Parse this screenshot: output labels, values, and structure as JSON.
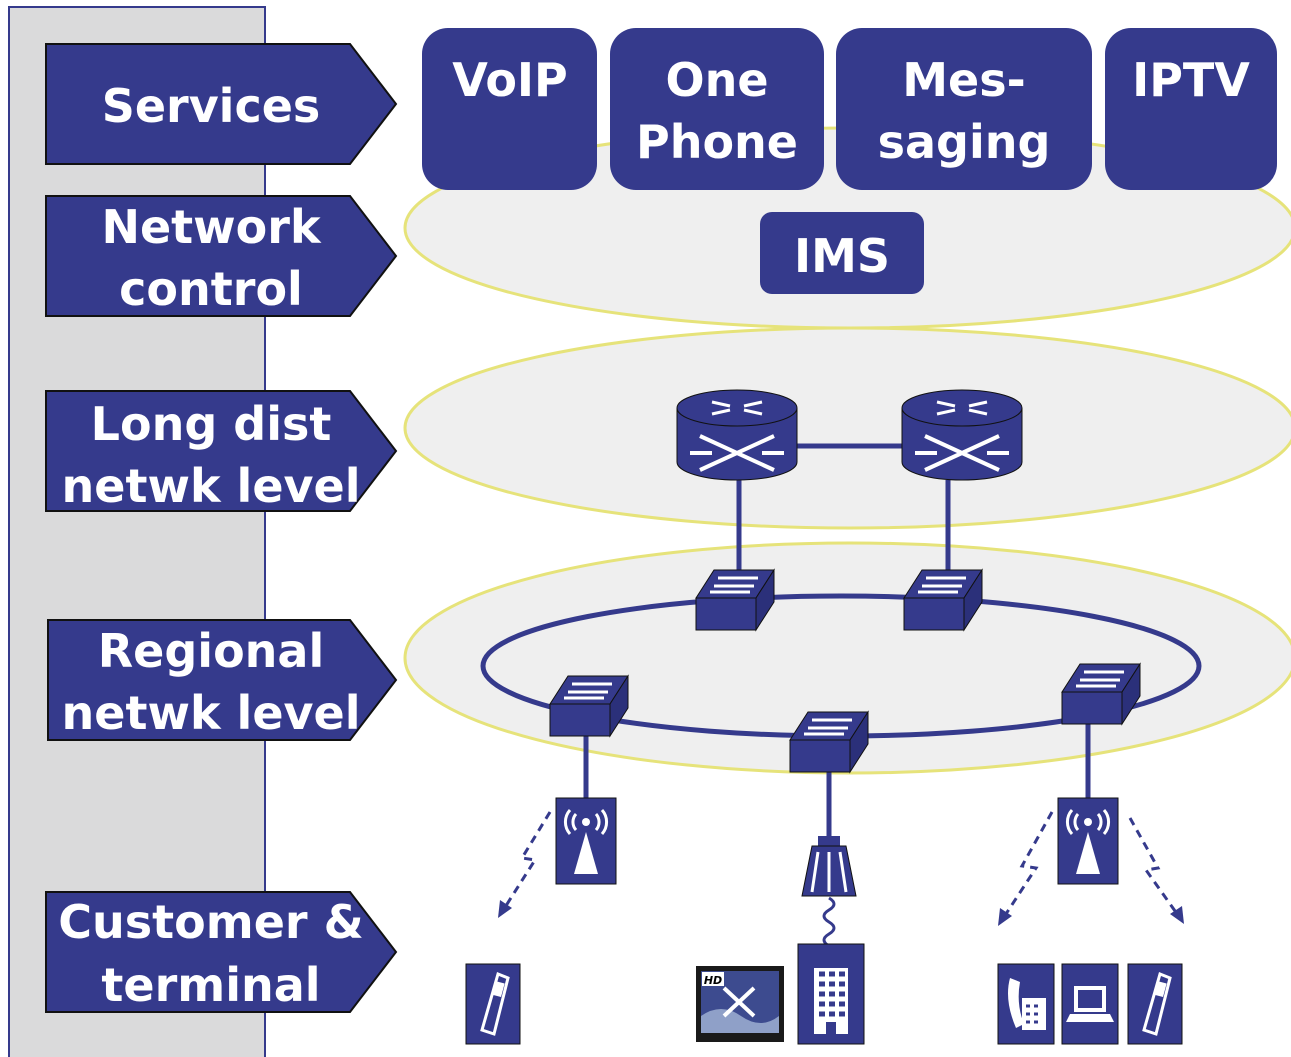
{
  "colors": {
    "accent": "#353a8c",
    "sidebar": "#dadadb",
    "ring_fill": "#efefef",
    "ring_stroke": "#e6e37a",
    "text": "#ffffff"
  },
  "layers": [
    {
      "id": "services",
      "lines": [
        "Services"
      ]
    },
    {
      "id": "network-control",
      "lines": [
        "Network",
        "control"
      ]
    },
    {
      "id": "long-dist",
      "lines": [
        "Long dist",
        "netwk level"
      ]
    },
    {
      "id": "regional",
      "lines": [
        "Regional",
        "netwk level"
      ]
    },
    {
      "id": "customer",
      "lines": [
        "Customer &",
        "terminal"
      ]
    }
  ],
  "services": [
    {
      "id": "voip",
      "lines": [
        "VoIP"
      ]
    },
    {
      "id": "one-phone",
      "lines": [
        "One",
        "Phone"
      ]
    },
    {
      "id": "messaging",
      "lines": [
        "Mes-",
        "saging"
      ]
    },
    {
      "id": "iptv",
      "lines": [
        "IPTV"
      ]
    }
  ],
  "control": {
    "ims": "IMS"
  },
  "icons": {
    "core_router": "core-router-icon",
    "switch": "switch-icon",
    "wireless_ap": "wireless-access-point-icon",
    "dsl_connector": "dsl-connector-icon",
    "mobile_phone": "mobile-phone-icon",
    "hdtv": "hdtv-icon",
    "building": "building-icon",
    "desk_phone": "desk-phone-icon",
    "laptop": "laptop-icon"
  },
  "hdtv_badge": "HD"
}
